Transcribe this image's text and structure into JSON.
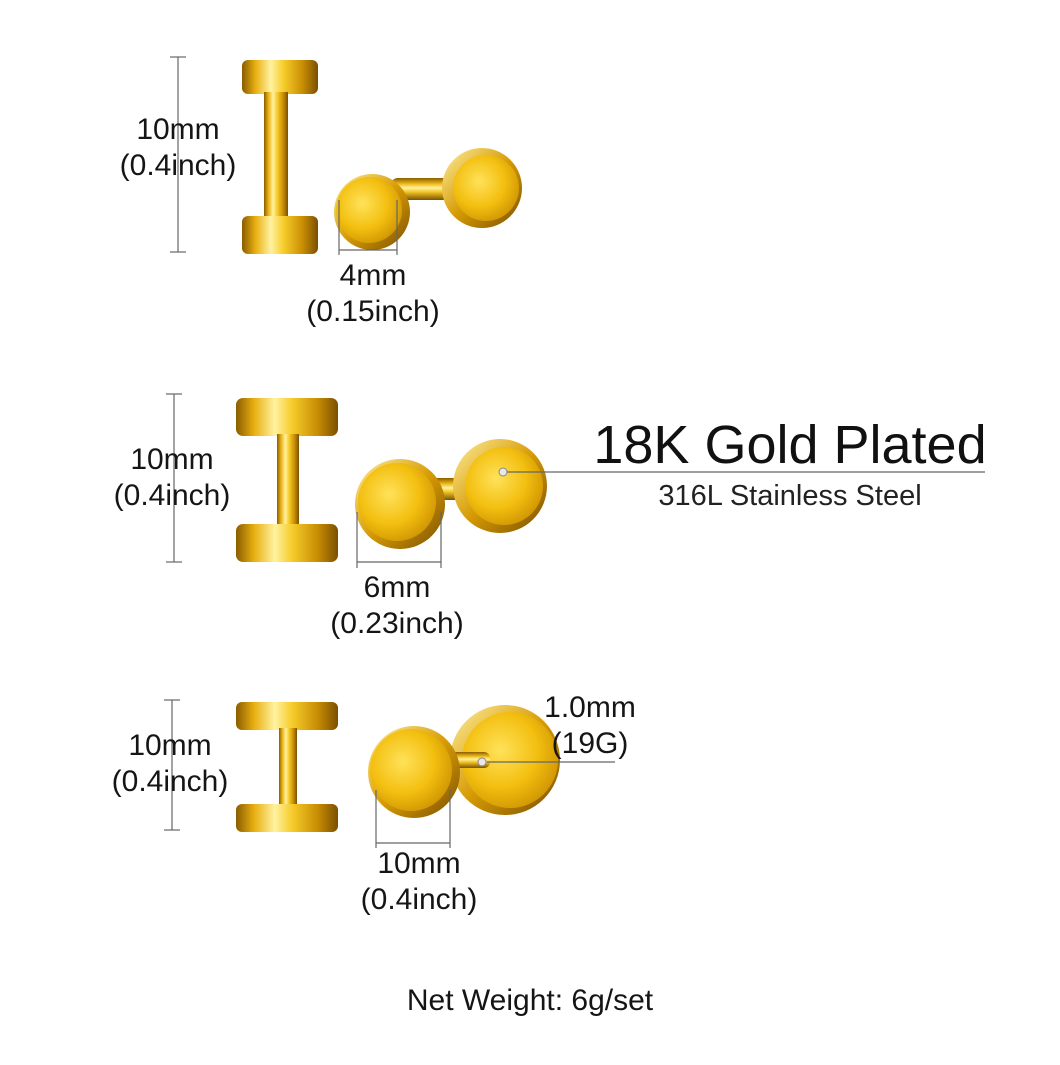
{
  "colors": {
    "gold_light": "#fff3a8",
    "gold": "#f2c21a",
    "gold_dark": "#9a6a00",
    "line": "#666666"
  },
  "headline": {
    "title": "18K Gold Plated",
    "subtitle": "316L Stainless Steel"
  },
  "rows": [
    {
      "length_mm": "10mm",
      "length_in": "(0.4inch)",
      "disc_mm": "4mm",
      "disc_in": "(0.15inch)"
    },
    {
      "length_mm": "10mm",
      "length_in": "(0.4inch)",
      "disc_mm": "6mm",
      "disc_in": "(0.23inch)"
    },
    {
      "length_mm": "10mm",
      "length_in": "(0.4inch)",
      "disc_mm": "10mm",
      "disc_in": "(0.4inch)",
      "gauge_mm": "1.0mm",
      "gauge_g": "(19G)"
    }
  ],
  "footer": {
    "net_weight": "Net Weight: 6g/set"
  }
}
